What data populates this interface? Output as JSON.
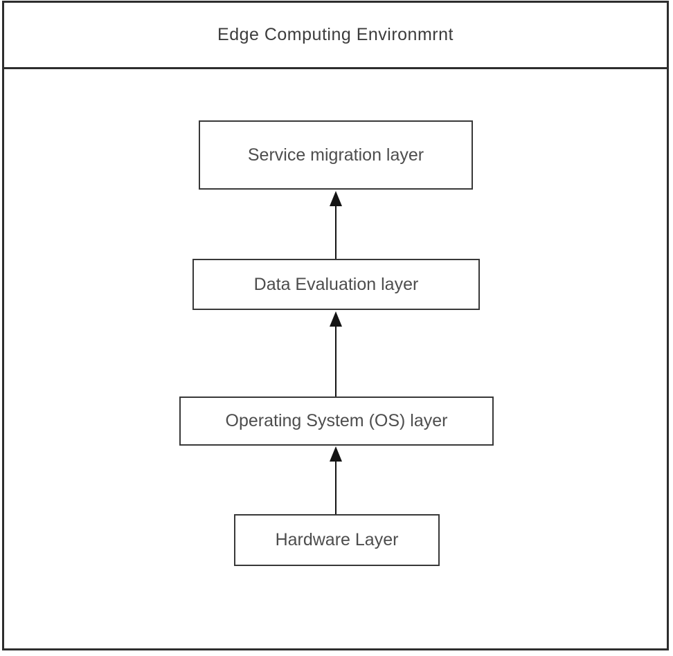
{
  "diagram": {
    "title": "Edge Computing Environmrnt",
    "layers": [
      {
        "id": "service-migration",
        "label": "Service migration layer"
      },
      {
        "id": "data-evaluation",
        "label": "Data Evaluation layer"
      },
      {
        "id": "operating-system",
        "label": "Operating System (OS) layer"
      },
      {
        "id": "hardware",
        "label": "Hardware Layer"
      }
    ],
    "connections": [
      {
        "from": "hardware",
        "to": "operating-system",
        "direction": "up"
      },
      {
        "from": "operating-system",
        "to": "data-evaluation",
        "direction": "up"
      },
      {
        "from": "data-evaluation",
        "to": "service-migration",
        "direction": "up"
      }
    ],
    "colors": {
      "frame_border": "#2d2d2d",
      "box_border": "#383838",
      "title_text": "#3c3c3c",
      "label_text": "#4d4d4d",
      "arrow": "#141414",
      "background": "#ffffff"
    }
  }
}
